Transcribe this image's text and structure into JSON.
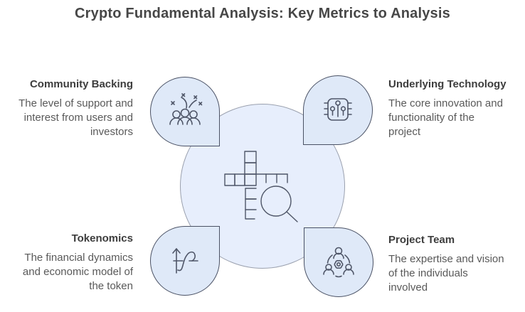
{
  "title": "Crypto Fundamental Analysis: Key Metrics to Analysis",
  "colors": {
    "background": "#ffffff",
    "title_color": "#474747",
    "heading_color": "#3d3d3d",
    "body_color": "#595959",
    "petal_fill": "#dfe9f8",
    "petal_stroke": "#4a5164",
    "circle_fill": "#e7eefc",
    "circle_stroke": "#9aa0ae",
    "icon_stroke": "#4f5668"
  },
  "center": {
    "icon": "magnifier-blocks-icon"
  },
  "metrics": [
    {
      "id": "community-backing",
      "position": "top-left",
      "heading": "Community Backing",
      "description": "The level of support and\ninterest from users and\ninvestors",
      "icon": "community-celebration-icon"
    },
    {
      "id": "underlying-technology",
      "position": "top-right",
      "heading": "Underlying Technology",
      "description": "The core innovation and\nfunctionality of the\nproject",
      "icon": "microchip-circuit-icon"
    },
    {
      "id": "tokenomics",
      "position": "bottom-left",
      "heading": "Tokenomics",
      "description": "The financial dynamics\nand economic model of\nthe token",
      "icon": "growth-curve-icon"
    },
    {
      "id": "project-team",
      "position": "bottom-right",
      "heading": "Project Team",
      "description": "The expertise and vision\nof the individuals\ninvolved",
      "icon": "team-gear-icon"
    }
  ]
}
